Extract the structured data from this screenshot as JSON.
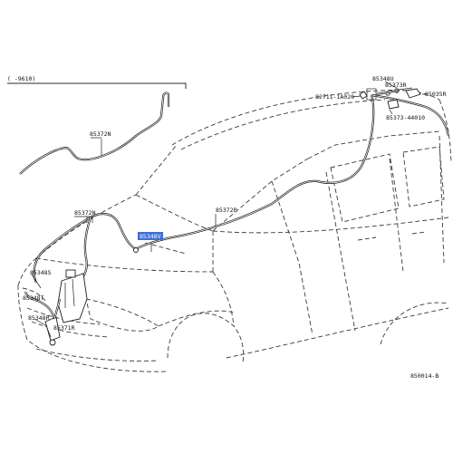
{
  "figure_code": "850014-B",
  "bracket_label": "(    -9610)",
  "parts": {
    "p85372N_top": "85372N",
    "p85372N_left": "85372N",
    "p85372P": "85372P",
    "p85348V": "85348V",
    "p85348U": "85348U",
    "p85373R": "85373R",
    "p85035R": "85035R",
    "p82711": "82711-1A020",
    "p85373_44010": "85373-44010",
    "p85348S": "85348S",
    "p85348T": "85348T",
    "p85348R": "85348R",
    "p85371R": "85371R"
  },
  "highlighted": "85348V"
}
